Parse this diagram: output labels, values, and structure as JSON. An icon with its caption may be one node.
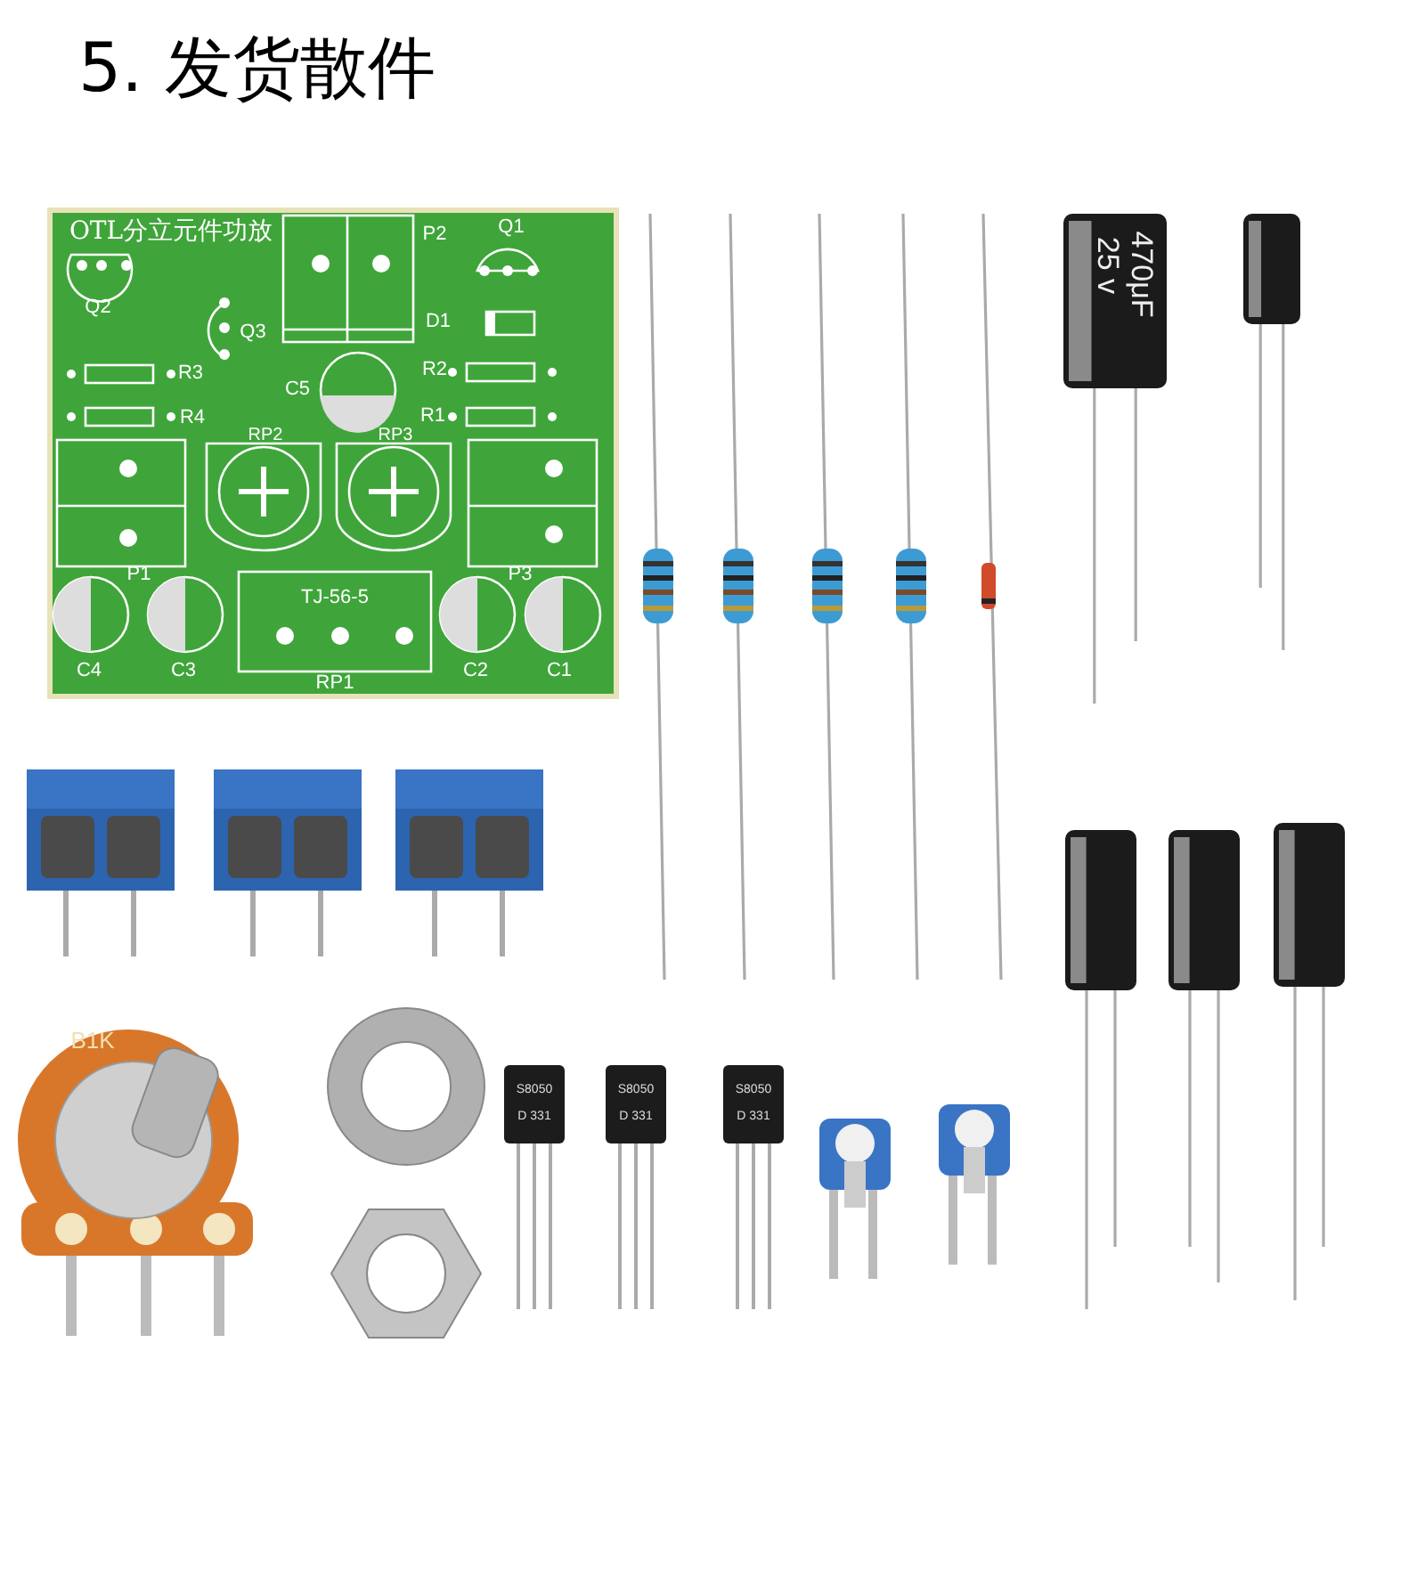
{
  "diagram": {
    "title": "5. 发货散件",
    "labels": [
      "OTL分立元件功放",
      "P2",
      "Q1",
      "Q2",
      "Q3",
      "D1",
      "R3",
      "R2",
      "C5",
      "R4",
      "R1",
      "RP2",
      "RP3",
      "P1",
      "P3",
      "TJ-56-5",
      "C4",
      "C3",
      "C2",
      "C1",
      "RP1",
      "470μF",
      "25 v",
      "B1K",
      "S8050",
      "D 331",
      "S8050",
      "D 331",
      "S8050",
      "D 331"
    ]
  }
}
